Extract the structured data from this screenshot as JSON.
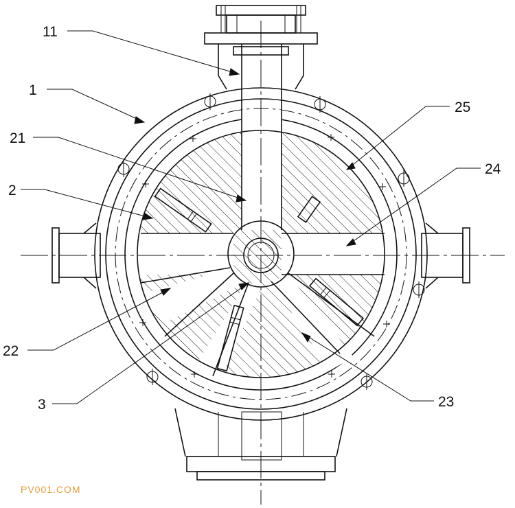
{
  "labels": {
    "l1": "1",
    "l2": "2",
    "l3": "3",
    "l11": "11",
    "l21": "21",
    "l22": "22",
    "l23": "23",
    "l24": "24",
    "l25": "25"
  },
  "watermark": "PV001.COM",
  "colors": {
    "line": "#111111",
    "watermark": "#e59b3c",
    "background": "#ffffff"
  }
}
